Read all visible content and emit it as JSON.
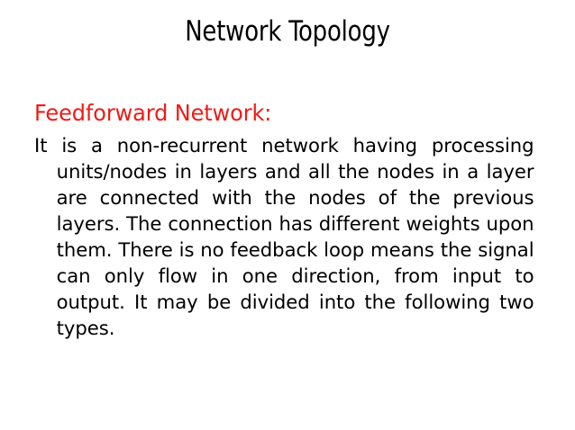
{
  "slide": {
    "title": "Network Topology",
    "heading": "Feedforward Network:",
    "body": "It is a non-recurrent network having processing units/nodes in layers and all the nodes in a layer are connected with the nodes of the previous layers. The connection has different weights upon them. There is no feedback loop means the signal can only flow in one direction, from input to output. It may be divided into the following two types.",
    "colors": {
      "background": "#FFFFFF",
      "title_text": "#000000",
      "heading_accent": "#EE1B17",
      "body_text": "#000000"
    },
    "lines": [
      "It is a non-recurrent network having processing",
      "units/nodes in layers and all the nodes in a layer are",
      "connected with the nodes of the previous layers. The",
      "connection has different weights upon them. There is",
      "no feedback loop means the signal can only flow in",
      "one direction, from input to output. It may be",
      "divided into the following two types."
    ]
  }
}
